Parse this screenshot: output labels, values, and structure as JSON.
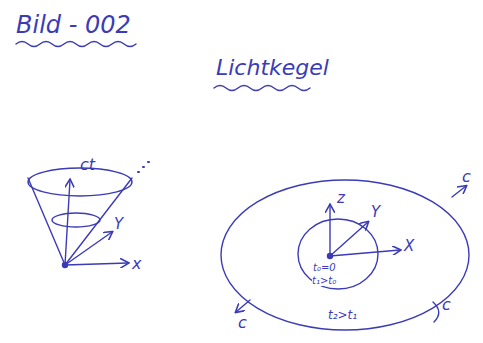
{
  "diagram": {
    "title": "Bild - 002",
    "labels": [
      "Lichtkegel",
      "ct",
      "Y",
      "x",
      "z",
      "Y",
      "X",
      "t₀=0",
      "t₁>t₀",
      "t₂>t₁",
      "c",
      "c",
      "c"
    ]
  }
}
